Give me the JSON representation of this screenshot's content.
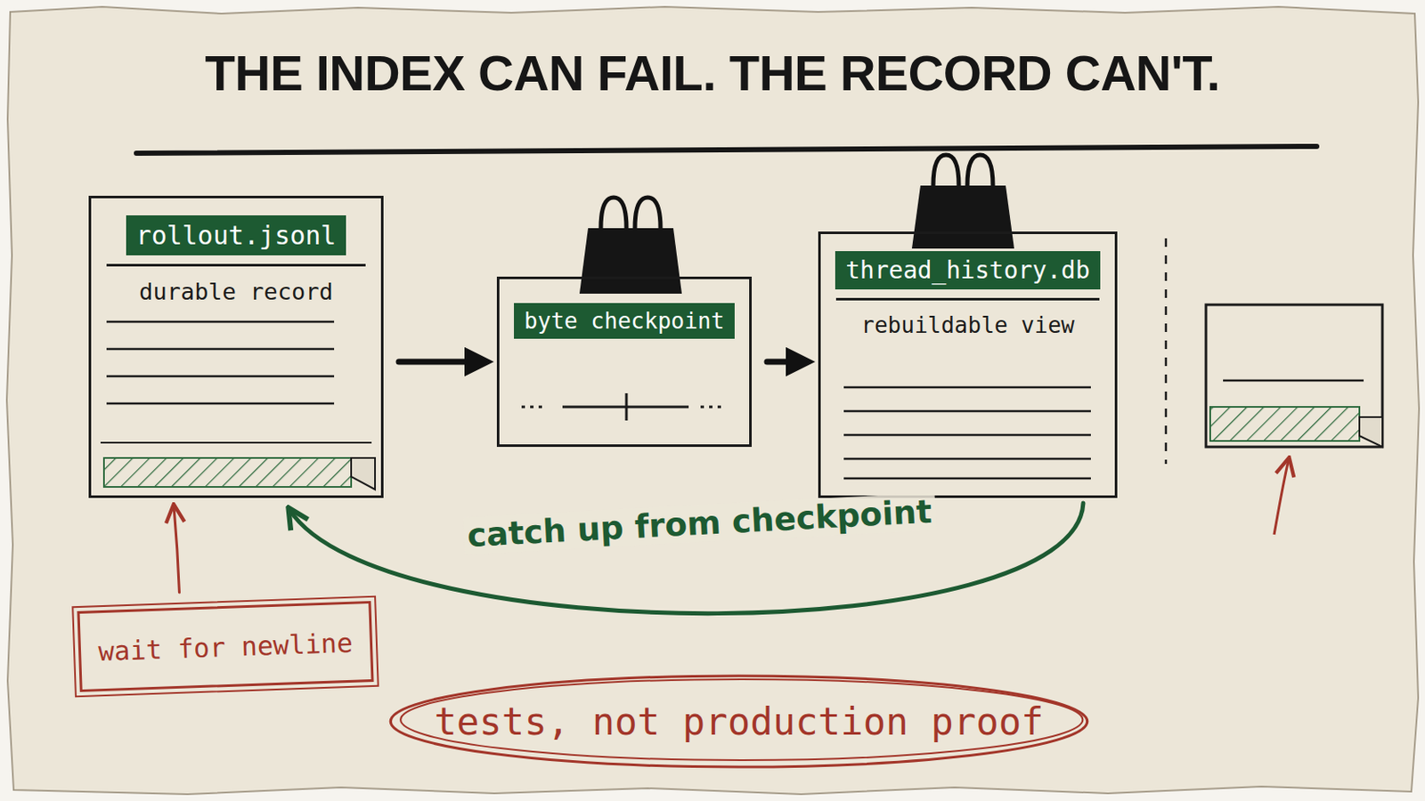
{
  "diagram": {
    "title": "THE INDEX CAN FAIL. THE RECORD CAN'T.",
    "nodes": [
      {
        "text": [
          "rollout.jsonl",
          "durable record"
        ]
      },
      {
        "text": [
          "byte checkpoint"
        ]
      },
      {
        "text": [
          "thread_history.db",
          "rebuildable view"
        ]
      },
      {
        "text": [
          "wait for newline"
        ]
      },
      {
        "text": [
          "tests, not production proof"
        ]
      }
    ],
    "edges": [
      {
        "from": 0,
        "to": 1,
        "arrow": "to"
      },
      {
        "from": 1,
        "to": 2,
        "arrow": "to"
      },
      {
        "from": 2,
        "to": 0,
        "label": "catch up from checkpoint",
        "arrow": "to"
      },
      {
        "from": 3,
        "to": 0,
        "arrow": "to"
      }
    ]
  }
}
